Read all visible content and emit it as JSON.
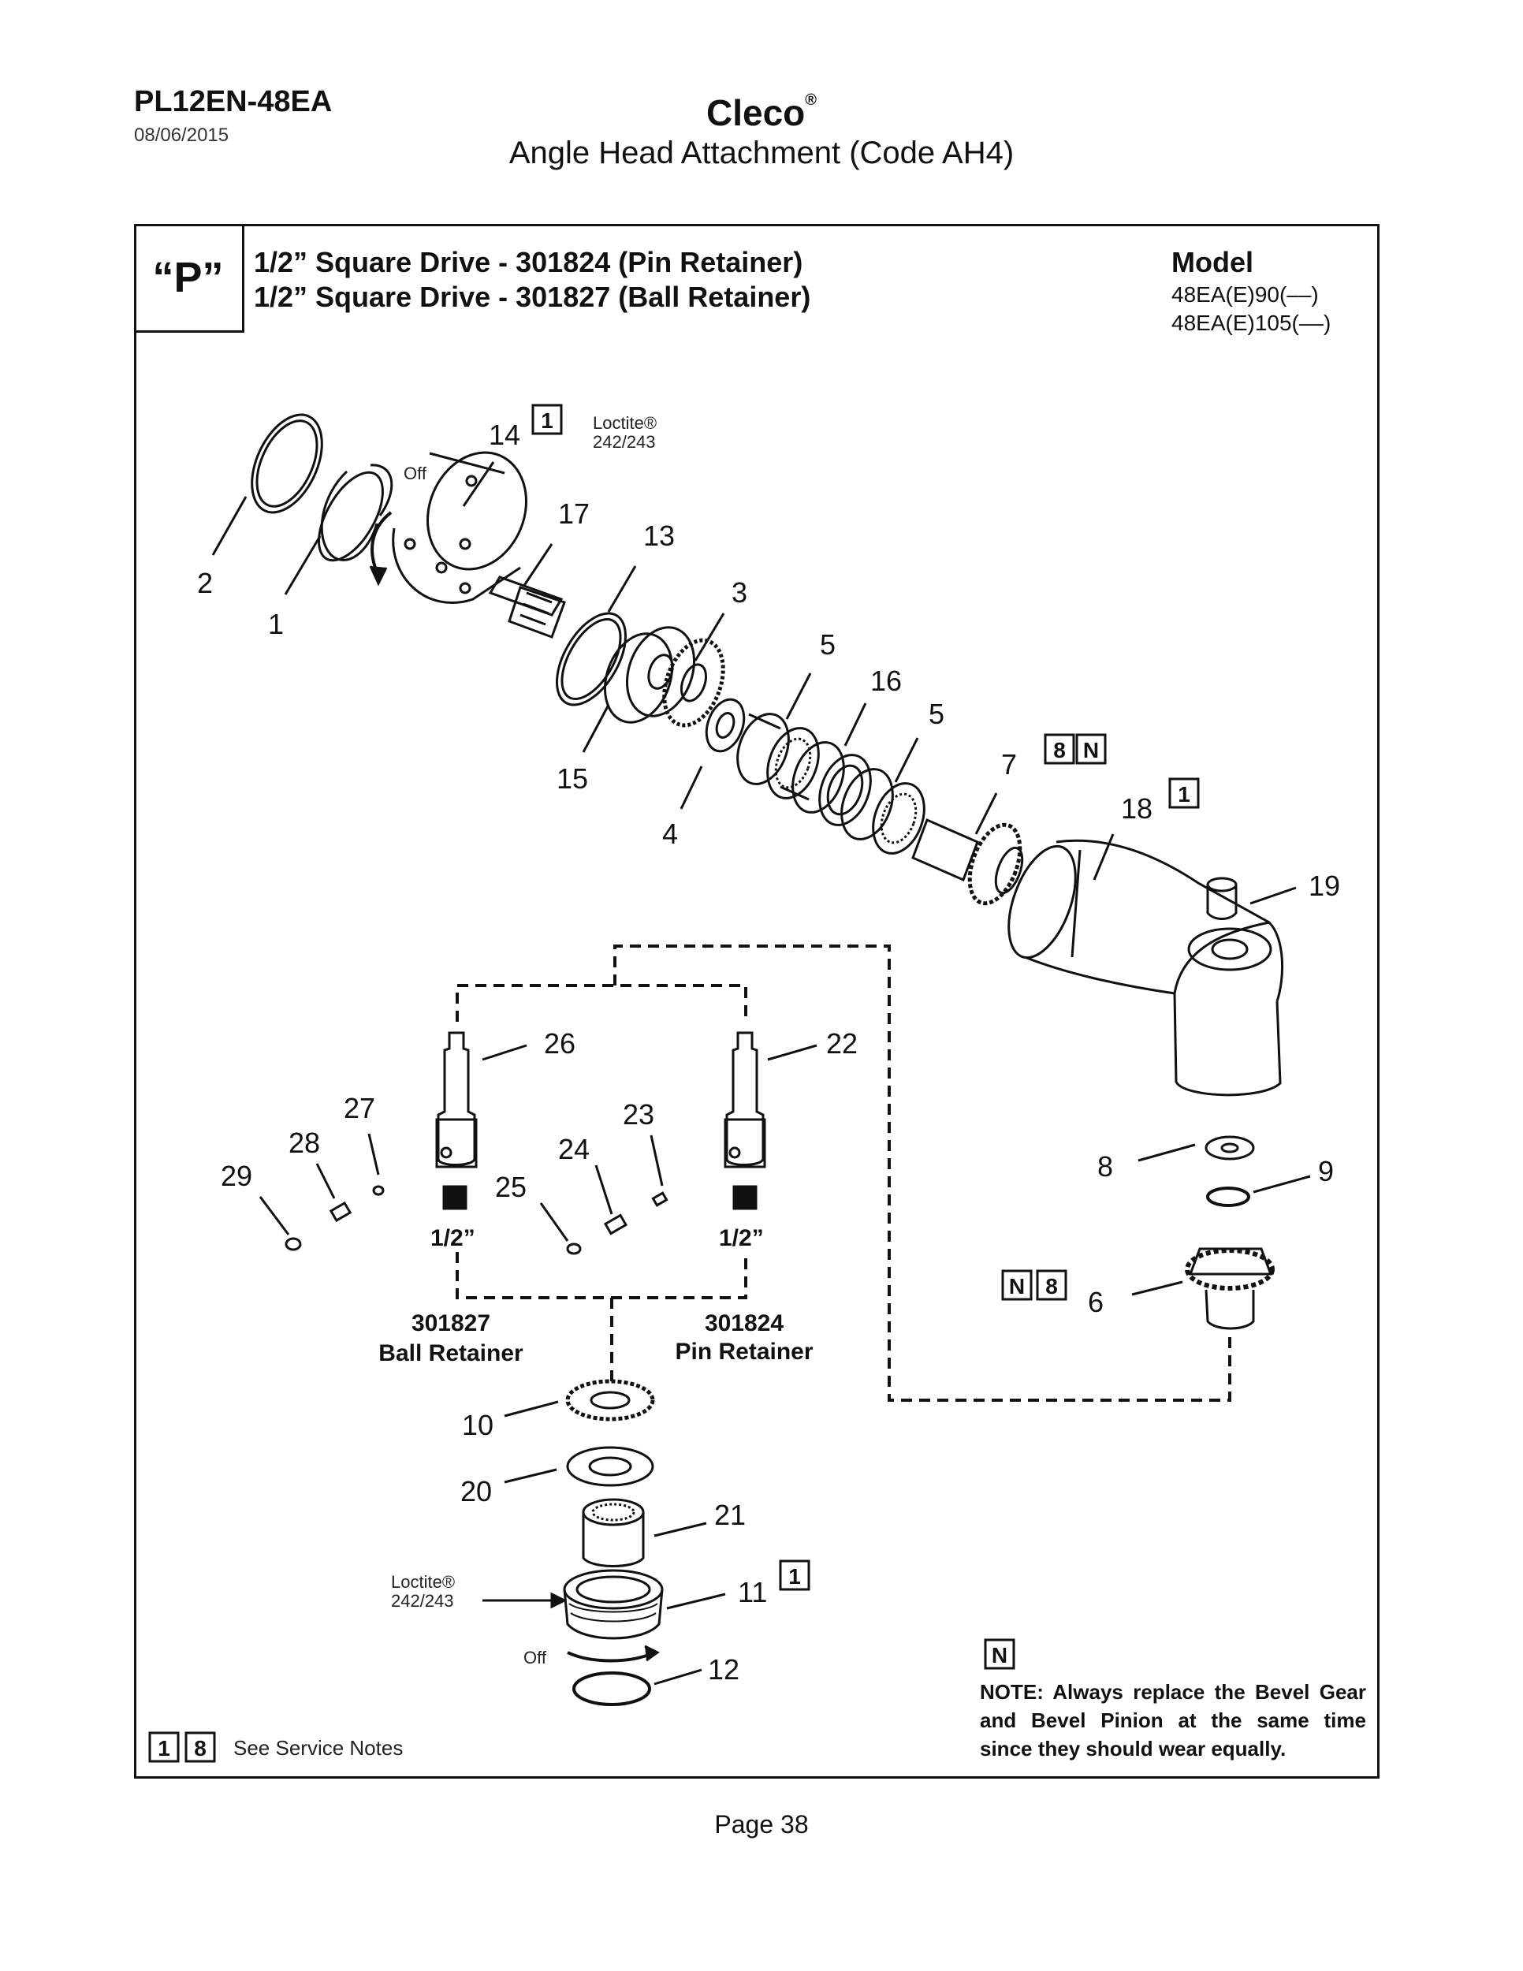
{
  "header": {
    "doc_code": "PL12EN-48EA",
    "date": "08/06/2015",
    "brand": "Cleco",
    "brand_mark": "®",
    "subtitle": "Angle Head Attachment (Code AH4)"
  },
  "panel": {
    "variant": "“P”",
    "drive_lines": [
      "1/2” Square Drive - 301824 (Pin Retainer)",
      "1/2” Square Drive - 301827 (Ball Retainer)"
    ],
    "model_label": "Model",
    "models": [
      "48EA(E)90(––)",
      "48EA(E)105(––)"
    ]
  },
  "diagram": {
    "part_numbers": [
      "1",
      "2",
      "3",
      "4",
      "5",
      "5",
      "6",
      "7",
      "8",
      "9",
      "10",
      "11",
      "12",
      "13",
      "14",
      "15",
      "16",
      "17",
      "18",
      "19",
      "20",
      "21",
      "22",
      "23",
      "24",
      "25",
      "26",
      "27",
      "28",
      "29"
    ],
    "loctite_top": {
      "name": "Loctite®",
      "grade": "242/243"
    },
    "loctite_bottom": {
      "name": "Loctite®",
      "grade": "242/243"
    },
    "off_top": "Off",
    "off_bottom": "Off",
    "badge_1": "1",
    "badge_8": "8",
    "badge_n": "N",
    "size_left": "1/2”",
    "size_right": "1/2”",
    "left_option": {
      "part": "301827",
      "label": "Ball Retainer"
    },
    "right_option": {
      "part": "301824",
      "label": "Pin Retainer"
    }
  },
  "footer_note": {
    "badge": "N",
    "text": "NOTE: Always replace the Bevel Gear and Bevel Pinion at the same time since they should wear equally.",
    "service_badges": [
      "1",
      "8"
    ],
    "service_text": "See Service Notes"
  },
  "page": {
    "label": "Page 38"
  }
}
